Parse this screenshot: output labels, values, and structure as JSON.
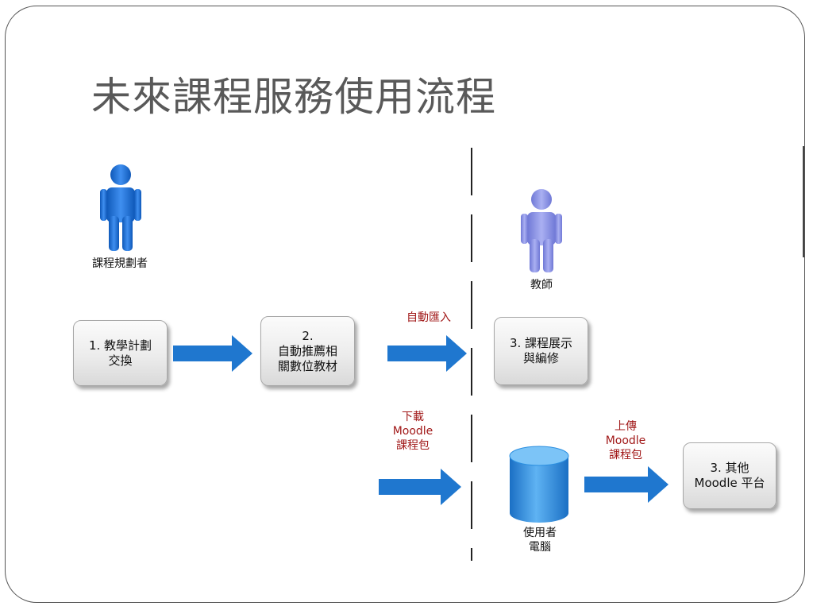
{
  "title": "未來課程服務使用流程",
  "actors": {
    "planner": "課程規劃者",
    "teacher": "教師",
    "computer": "使用者\n電腦"
  },
  "steps": {
    "step1": "1. 教學計劃\n交換",
    "step2": "2.\n自動推薦相\n關數位教材",
    "step3a": "3. 課程展示\n與編修",
    "step3b": "3. 其他\nMoodle 平台"
  },
  "arrow_labels": {
    "auto_import": "自動匯入",
    "download": "下載\nMoodle\n課程包",
    "upload": "上傳\nMoodle\n課程包"
  },
  "colors": {
    "planner_person": "#1f6fd1",
    "teacher_person": "#8b93e3",
    "arrow": "#1f77cf",
    "cylinder": "#2b8fe0",
    "label_red": "#a11818"
  },
  "icons": {
    "person": "person-icon",
    "database": "database-icon",
    "arrow": "right-arrow-icon"
  }
}
